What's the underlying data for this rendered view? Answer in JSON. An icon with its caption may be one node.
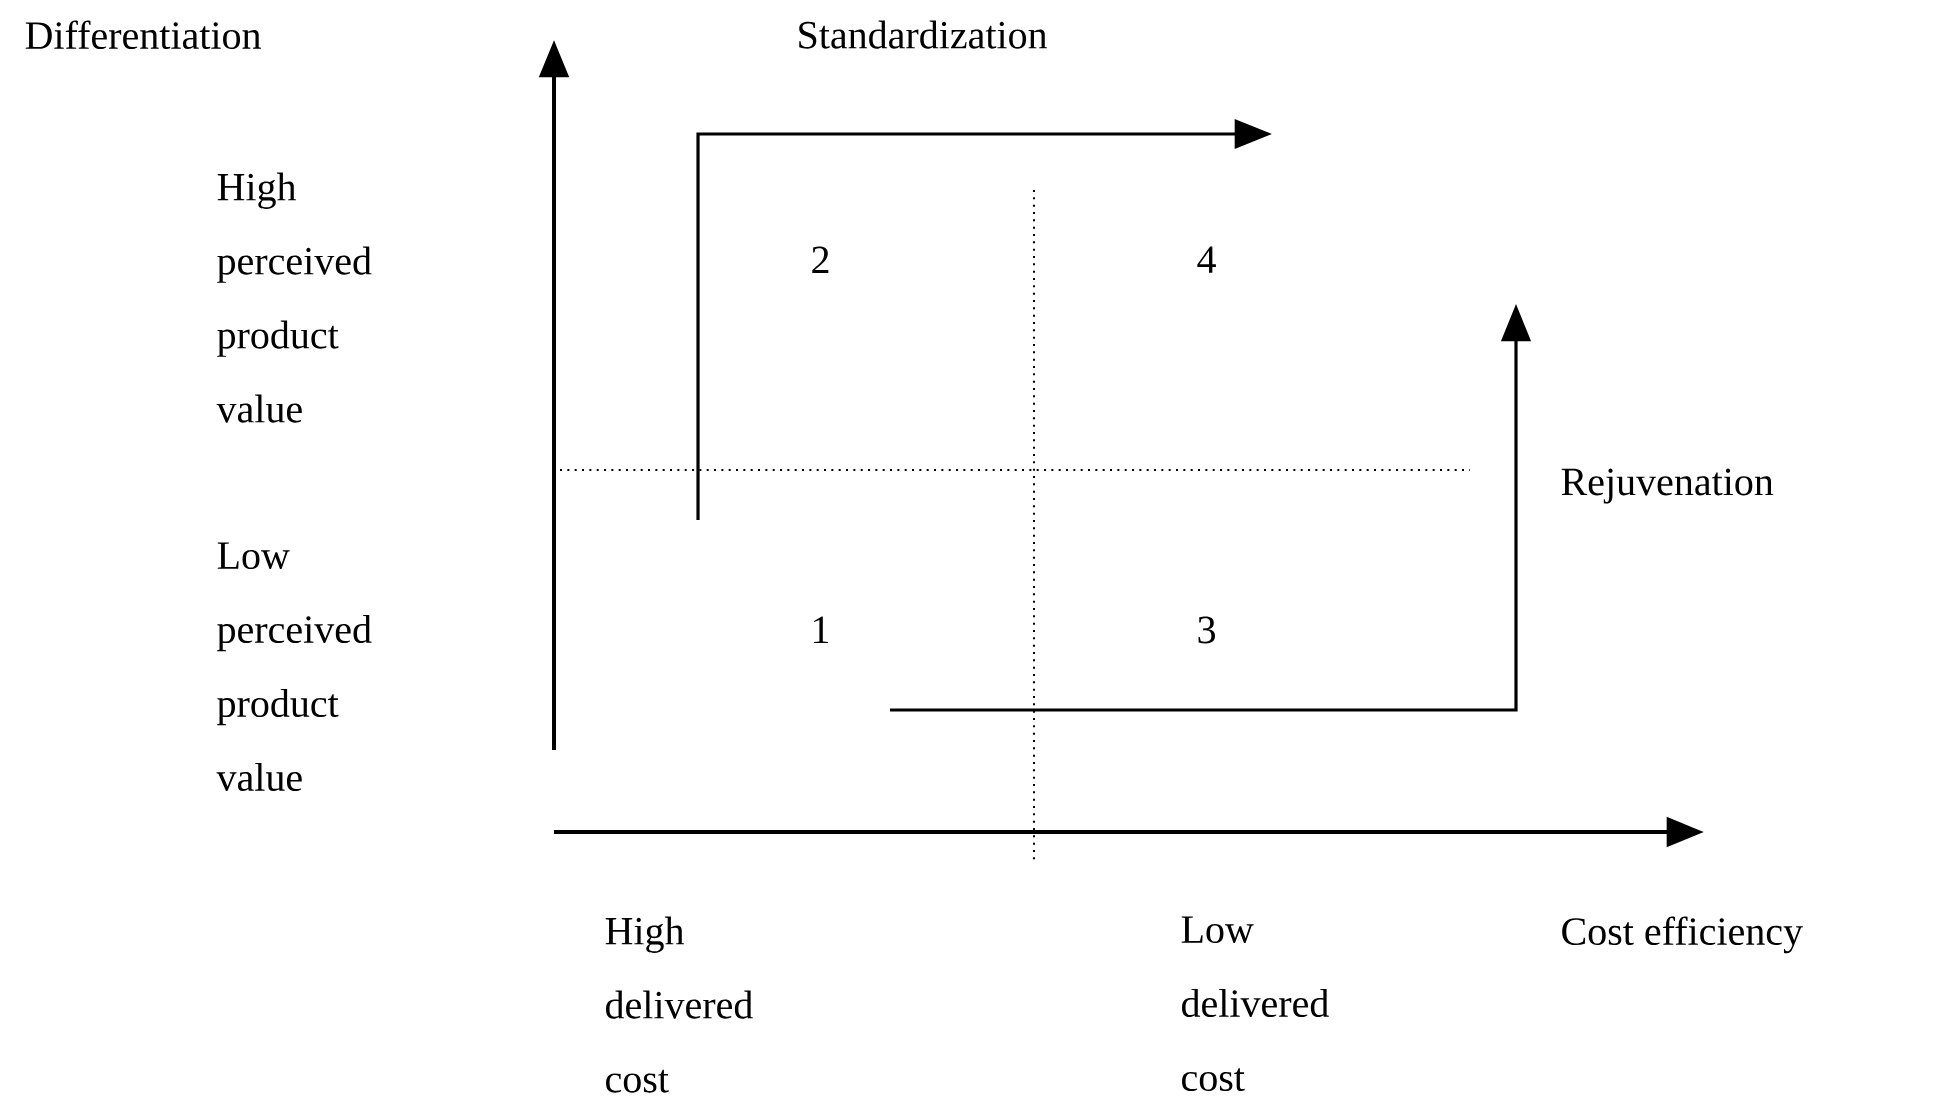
{
  "diagram": {
    "labels": [
      "Differentiation",
      "Standardization",
      "High perceived product value",
      "2",
      "4",
      "Rejuvenation",
      "Low perceived product value",
      "1",
      "3",
      "High delivered cost",
      "Low delivered cost",
      "Cost efficiency"
    ]
  }
}
